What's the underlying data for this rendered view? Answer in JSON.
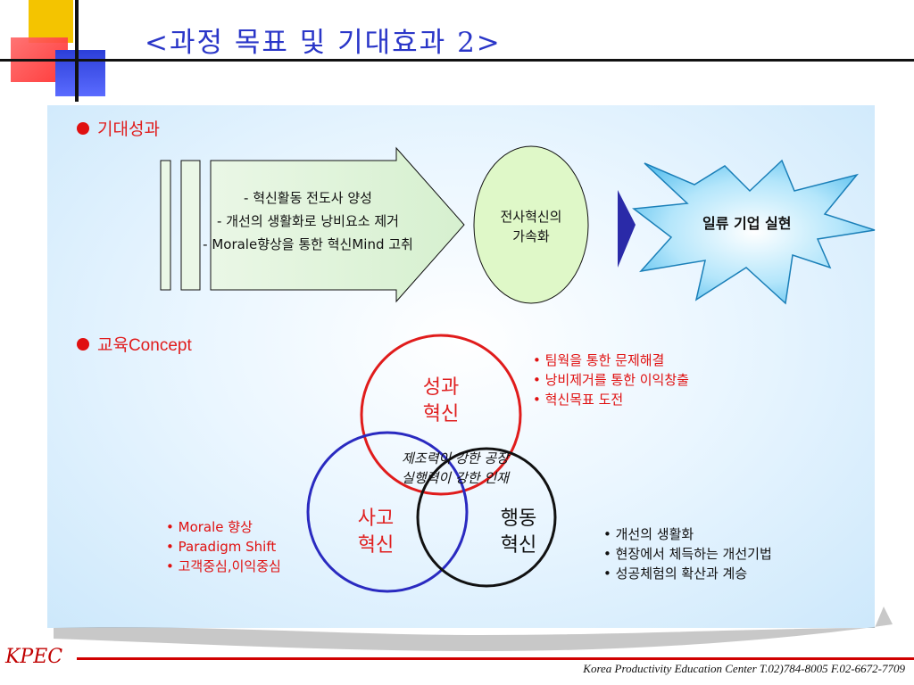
{
  "title": "<과정 목표 및 기대효과 2>",
  "section1": {
    "heading": "기대성과",
    "arrow_lines": [
      "- 혁신활동 전도사 양성",
      "- 개선의 생활화로 낭비요소 제거",
      "- Morale향상을 통한 혁신Mind 고취"
    ],
    "oval_lines": [
      "전사혁신의",
      "가속화"
    ],
    "star_text": "일류 기업 실현"
  },
  "section2": {
    "heading": "교육Concept",
    "circles": {
      "top": [
        "성과",
        "혁신"
      ],
      "left": [
        "사고",
        "혁신"
      ],
      "right": [
        "행동",
        "혁신"
      ]
    },
    "core_lines": [
      "제조력이 강한 공장",
      "실행력이 강한 인재"
    ],
    "top_list": [
      "팀웍을 통한 문제해결",
      "낭비제거를 통한 이익창출",
      "혁신목표 도전"
    ],
    "left_list": [
      "Morale 향상",
      "Paradigm Shift",
      "고객중심,이익중심"
    ],
    "right_list": [
      "개선의 생활화",
      "현장에서 체득하는 개선기법",
      "성공체험의 확산과 계승"
    ]
  },
  "footer": {
    "brand": "KPEC",
    "text": "Korea Productivity Education Center T.02)784-8005 F.02-6672-7709"
  },
  "colors": {
    "title": "#2a36c8",
    "accent_red": "#e01010",
    "circle_blue": "#2a2ac0",
    "star_fill": "#7fd0f5"
  }
}
